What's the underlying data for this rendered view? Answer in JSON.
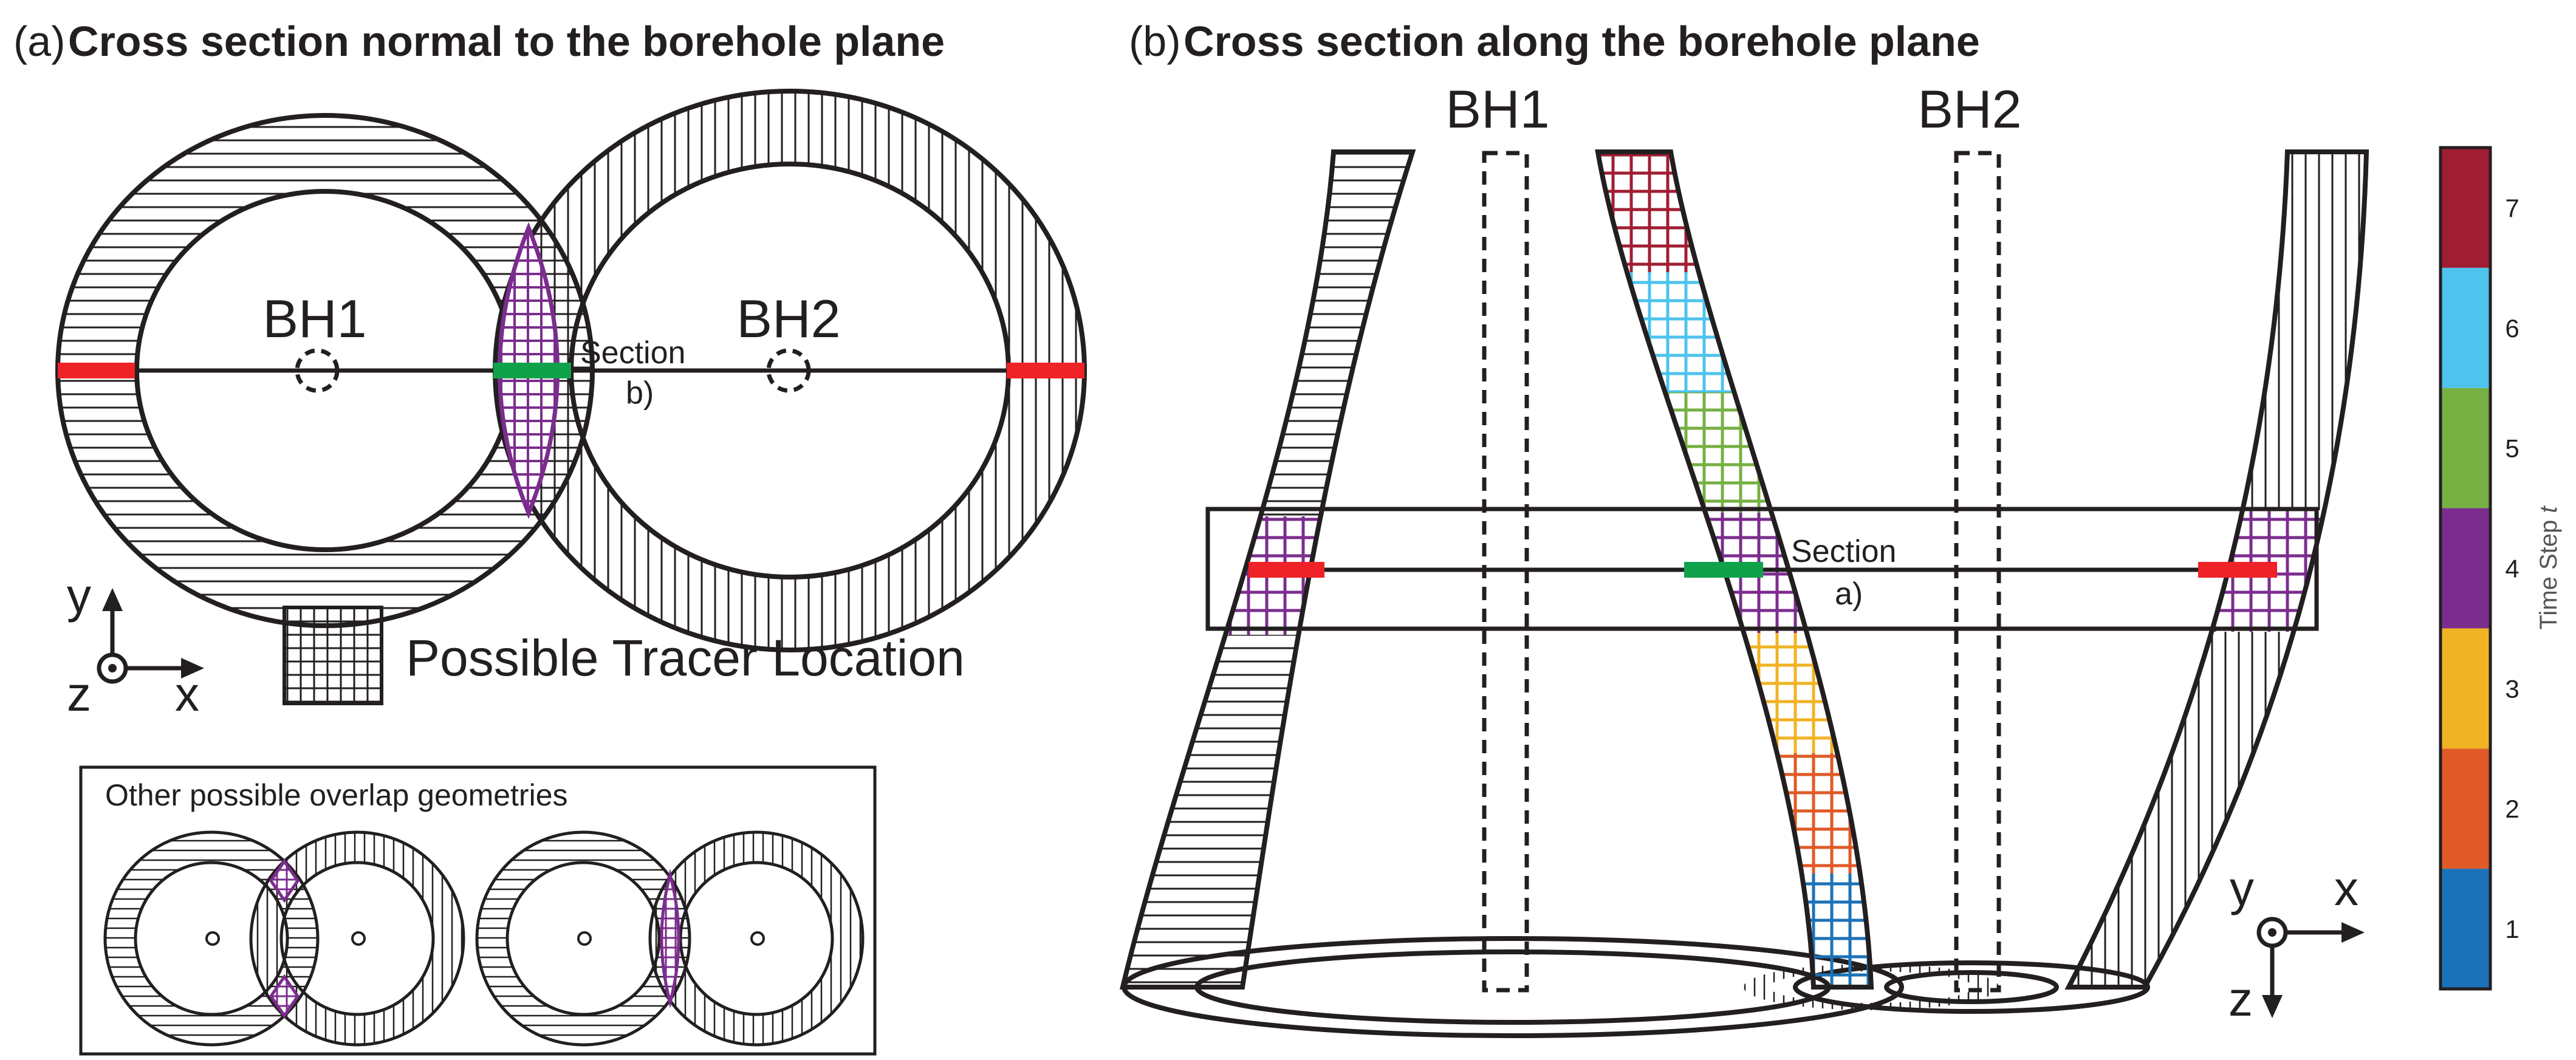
{
  "panel_a": {
    "prefix": "(a)",
    "title": "Cross section normal to the borehole plane",
    "bh1": "BH1",
    "bh2": "BH2",
    "section_line1": "Section",
    "section_line2": "b)",
    "axis_y": "y",
    "axis_x": "x",
    "axis_z": "z",
    "legend_label": "Possible Tracer Location",
    "inset_title": "Other possible overlap geometries"
  },
  "panel_b": {
    "prefix": "(b)",
    "title": "Cross section along the borehole plane",
    "bh1": "BH1",
    "bh2": "BH2",
    "section_line1": "Section",
    "section_line2": "a)",
    "axis_y": "y",
    "axis_x": "x",
    "axis_z": "z"
  },
  "colorbar": {
    "title_text": "Time Step ",
    "title_var": "t",
    "steps": [
      {
        "label": "1",
        "color": "#1b72b8"
      },
      {
        "label": "2",
        "color": "#e05a27"
      },
      {
        "label": "3",
        "color": "#f0b323"
      },
      {
        "label": "4",
        "color": "#7b2d8e"
      },
      {
        "label": "5",
        "color": "#77b043"
      },
      {
        "label": "6",
        "color": "#4dc3ee"
      },
      {
        "label": "7",
        "color": "#a01e33"
      }
    ]
  },
  "colors": {
    "outline": "#231f20",
    "no_tracer": "#ee2227",
    "tracer_section": "#10a24a",
    "overlap": "#7b2d8e"
  }
}
